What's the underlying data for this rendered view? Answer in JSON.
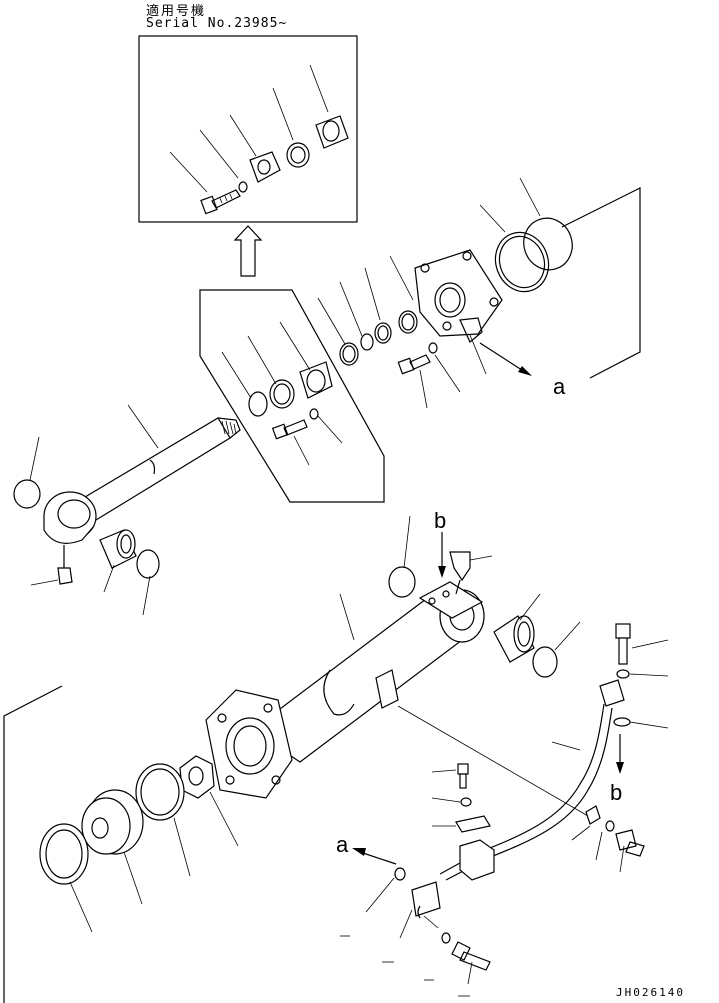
{
  "header": {
    "applicable_label": "適用号機",
    "serial_label": "Serial No.23985~"
  },
  "callouts": {
    "a_upper": "a",
    "a_lower": "a",
    "b_upper": "b",
    "b_lower": "b"
  },
  "drawing_code": "JH026140"
}
